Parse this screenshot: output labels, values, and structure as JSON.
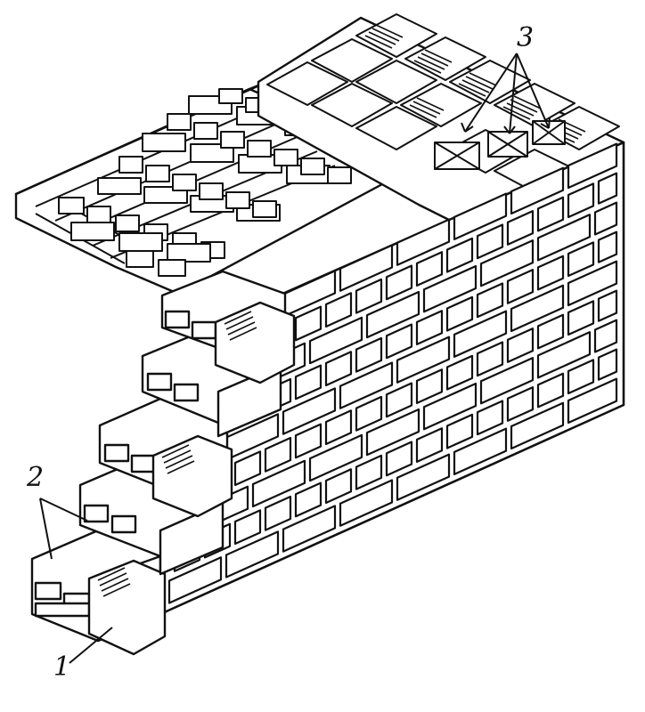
{
  "figure": {
    "callouts": [
      {
        "id": "1",
        "label": "1"
      },
      {
        "id": "2",
        "label": "2"
      },
      {
        "id": "3",
        "label": "3"
      }
    ],
    "colors": {
      "ink": "#111111",
      "paper": "#ffffff"
    }
  }
}
